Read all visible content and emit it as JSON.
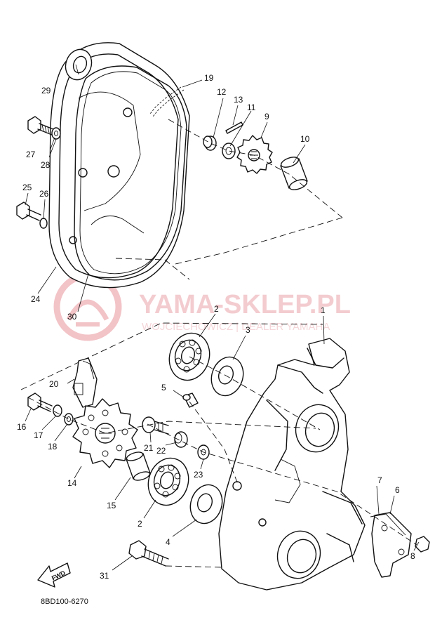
{
  "watermark": {
    "title": "YAMA-SKLEP.PL",
    "subtitle": "WOJCIECHOWICZ | DEALER YAMAHA",
    "color": "#e8a0a6"
  },
  "diagram_code": "8BD100-6270",
  "fwd_label": "FWD",
  "callouts": [
    "1",
    "2",
    "2",
    "3",
    "4",
    "5",
    "6",
    "7",
    "8",
    "9",
    "10",
    "11",
    "12",
    "13",
    "14",
    "15",
    "16",
    "17",
    "18",
    "19",
    "20",
    "21",
    "22",
    "23",
    "24",
    "25",
    "26",
    "27",
    "28",
    "29",
    "30",
    "31"
  ],
  "colors": {
    "line": "#111111",
    "background": "#ffffff"
  }
}
